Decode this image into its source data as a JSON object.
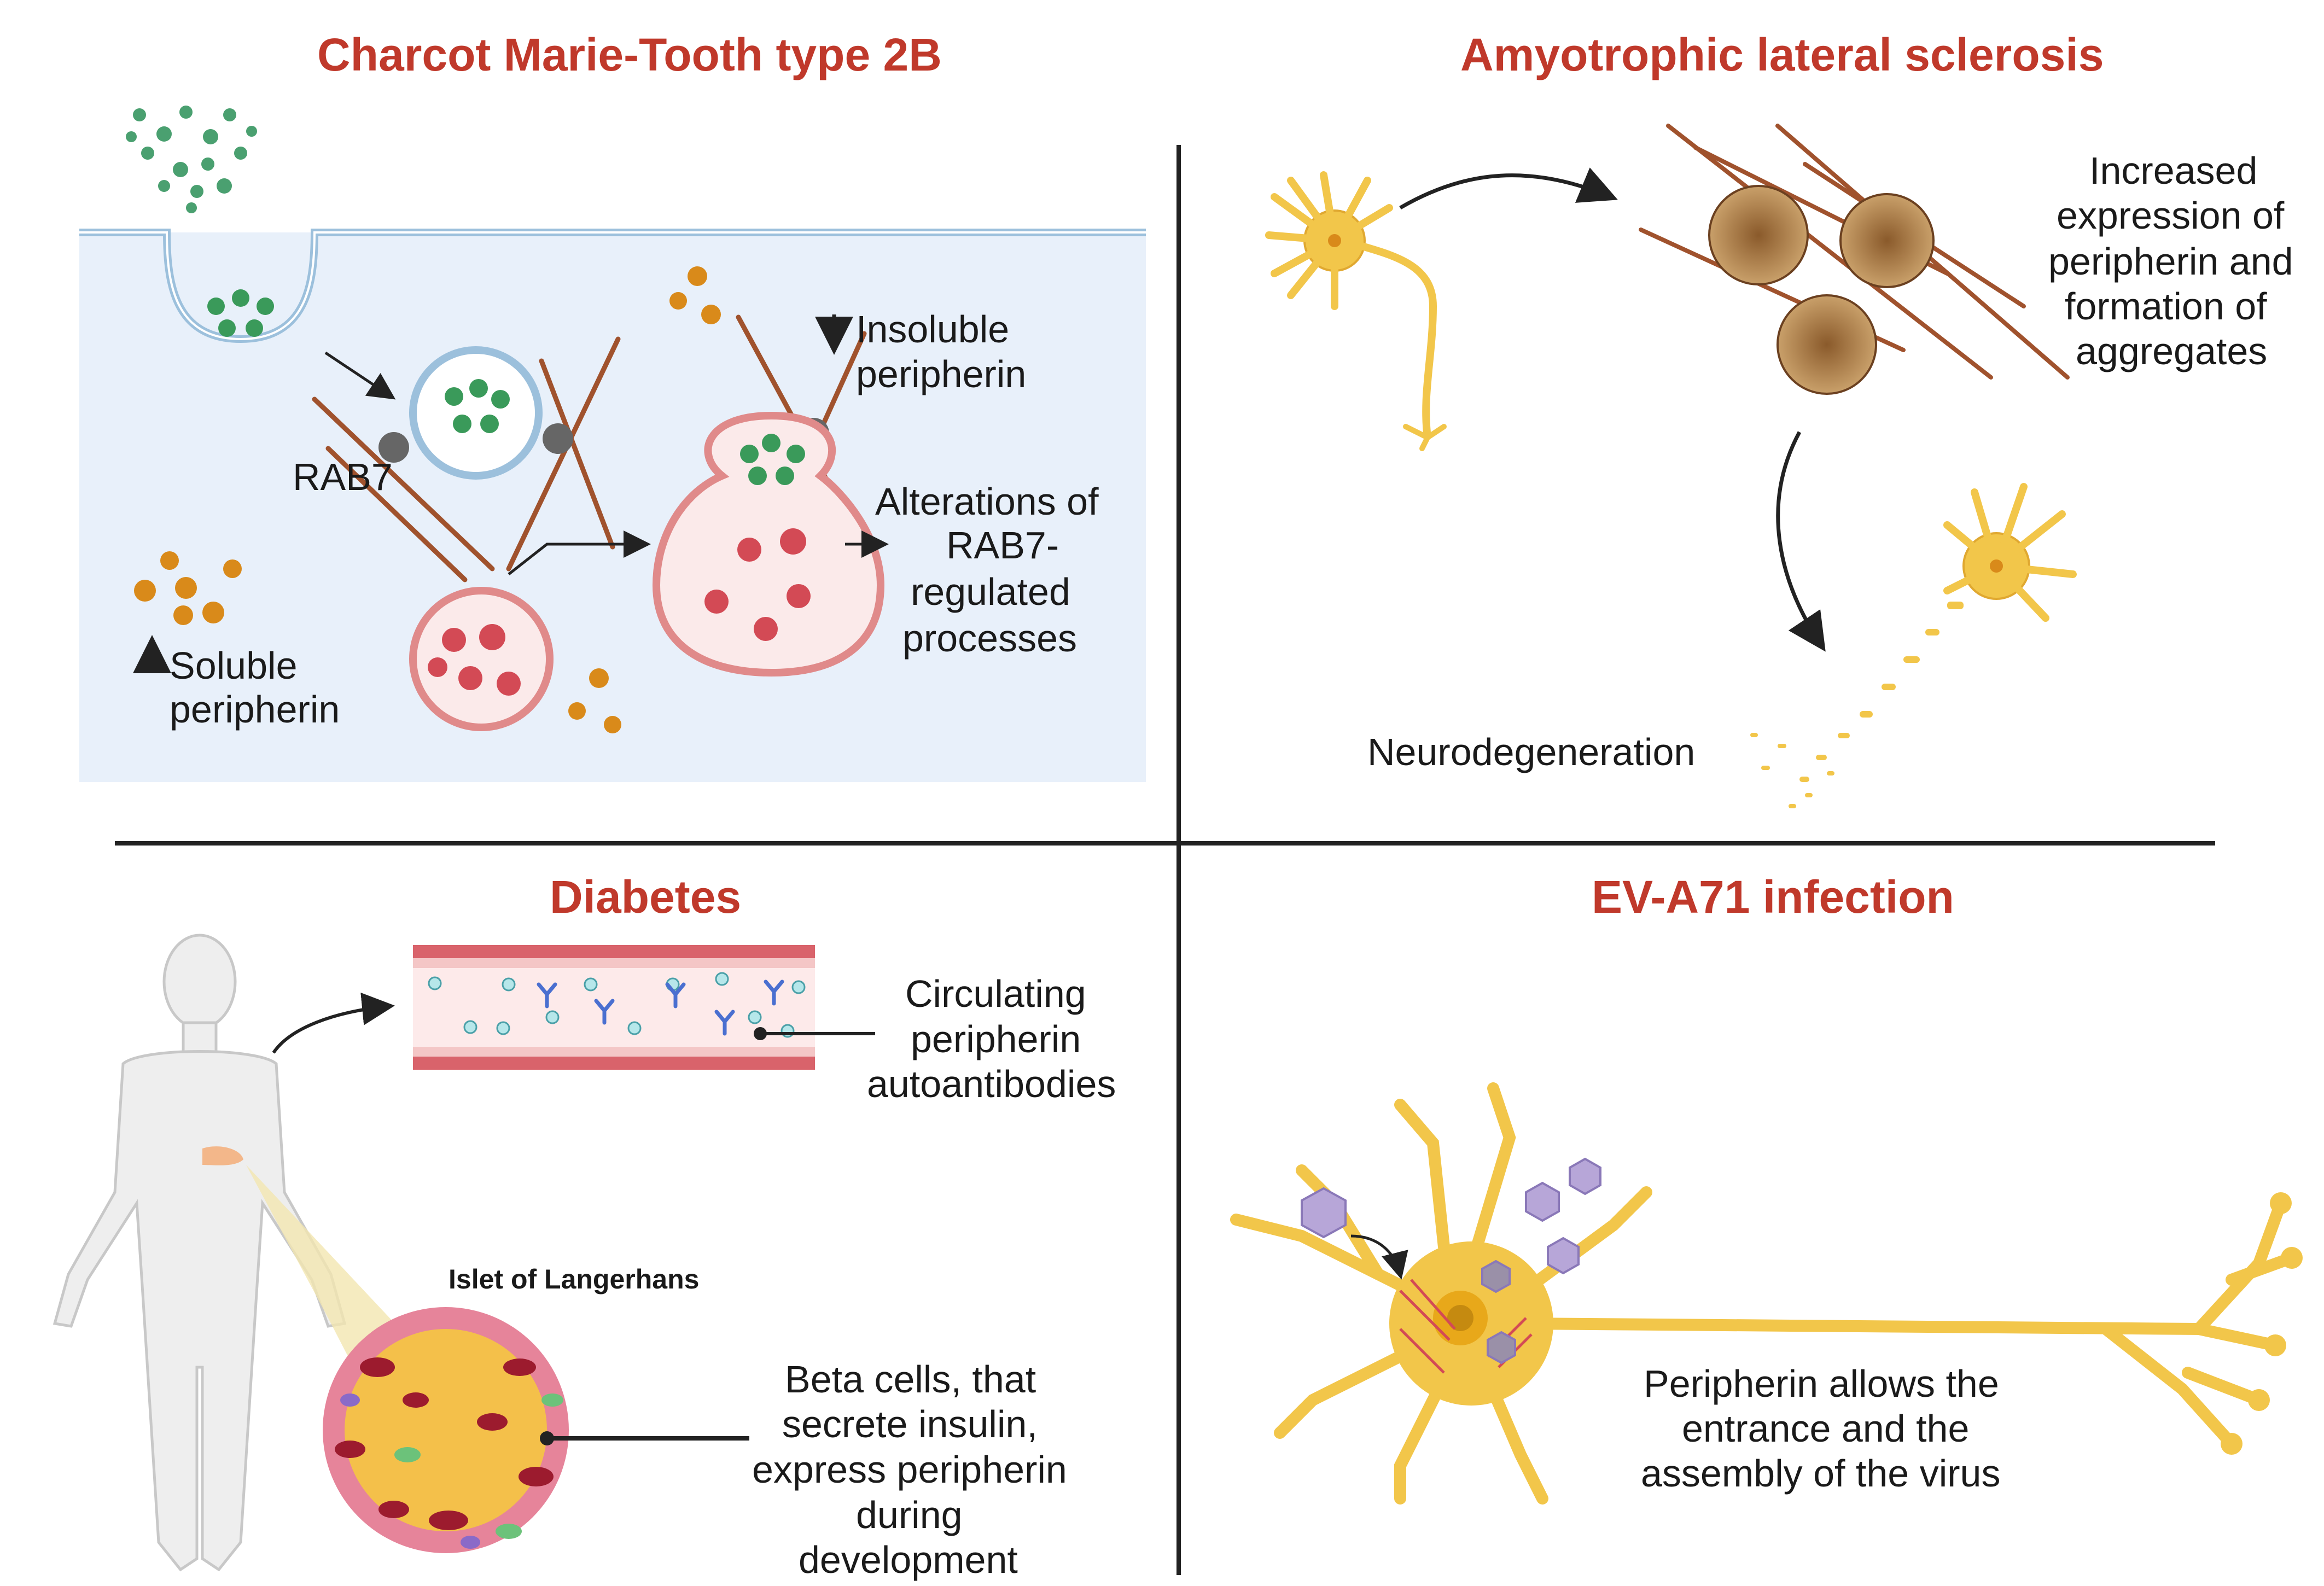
{
  "panels": {
    "cmt": {
      "title": "Charcot Marie-Tooth type 2B",
      "rab7": "RAB7",
      "insoluble_l1": "Insoluble",
      "insoluble_l2": "peripherin",
      "soluble_l1": "Soluble",
      "soluble_l2": "peripherin",
      "alter_l1": "Alterations of",
      "alter_l2": "RAB7-",
      "alter_l3": "regulated",
      "alter_l4": "processes"
    },
    "als": {
      "title": "Amyotrophic lateral sclerosis",
      "inc_l1": "Increased",
      "inc_l2": "expression of",
      "inc_l3": "peripherin and",
      "inc_l4": "formation of",
      "inc_l5": "aggregates",
      "neuro": "Neurodegeneration"
    },
    "diabetes": {
      "title": "Diabetes",
      "circ_l1": "Circulating",
      "circ_l2": "peripherin",
      "circ_l3": "autoantibodies",
      "islet": "Islet of Langerhans",
      "beta_l1": "Beta cells, that",
      "beta_l2": "secrete insulin,",
      "beta_l3": "express peripherin",
      "beta_l4": "during",
      "beta_l5": "development"
    },
    "ev": {
      "title": "EV-A71 infection",
      "per_l1": "Peripherin allows the",
      "per_l2": "entrance and the",
      "per_l3": "assembly of the virus"
    }
  },
  "colors": {
    "title_red": "#c0392b",
    "cell_bg": "#e8f0fa",
    "neuron_yellow": "#f2c64a",
    "peripherin_orange": "#d98a1a",
    "filament_brown": "#a0522d",
    "vesicle_green": "#3a9a5a",
    "lysosome_red": "#d34a55"
  }
}
